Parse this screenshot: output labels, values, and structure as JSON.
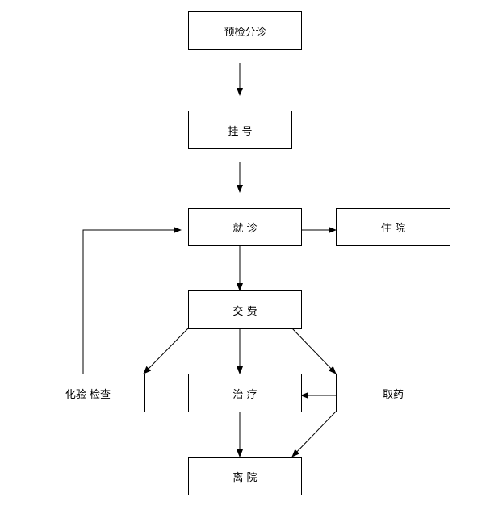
{
  "nodes": {
    "triage": "预检分诊",
    "register": "挂 号",
    "consult": "就 诊",
    "hospitalize": "住 院",
    "payment": "交 费",
    "lab": "化验 检查",
    "treatment": "治 疗",
    "pharmacy": "取药",
    "discharge": "离 院"
  },
  "edges": [
    {
      "from": "triage",
      "to": "register"
    },
    {
      "from": "register",
      "to": "consult"
    },
    {
      "from": "consult",
      "to": "hospitalize"
    },
    {
      "from": "consult",
      "to": "payment"
    },
    {
      "from": "payment",
      "to": "lab"
    },
    {
      "from": "payment",
      "to": "treatment"
    },
    {
      "from": "payment",
      "to": "pharmacy"
    },
    {
      "from": "lab",
      "to": "consult"
    },
    {
      "from": "pharmacy",
      "to": "treatment"
    },
    {
      "from": "treatment",
      "to": "discharge"
    },
    {
      "from": "pharmacy",
      "to": "discharge"
    }
  ],
  "colors": {
    "stroke": "#000000",
    "background": "#ffffff"
  }
}
